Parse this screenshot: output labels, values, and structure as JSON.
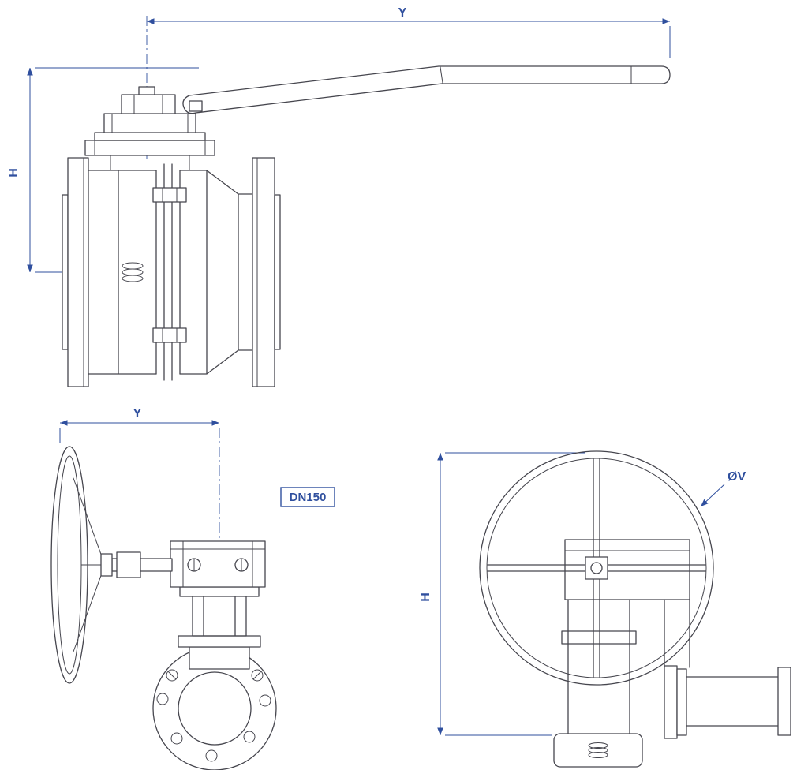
{
  "colors": {
    "background": "#ffffff",
    "geometry": "#46464e",
    "dimension": "#2f4f9e"
  },
  "views": {
    "top_side_lever": {
      "dim_width_label": "Y",
      "dim_height_label": "H"
    },
    "bottom_left_gear": {
      "dim_width_label": "Y",
      "size_label": "DN150"
    },
    "bottom_right_gear": {
      "dim_height_label": "H",
      "wheel_diameter_label": "ØV"
    }
  }
}
